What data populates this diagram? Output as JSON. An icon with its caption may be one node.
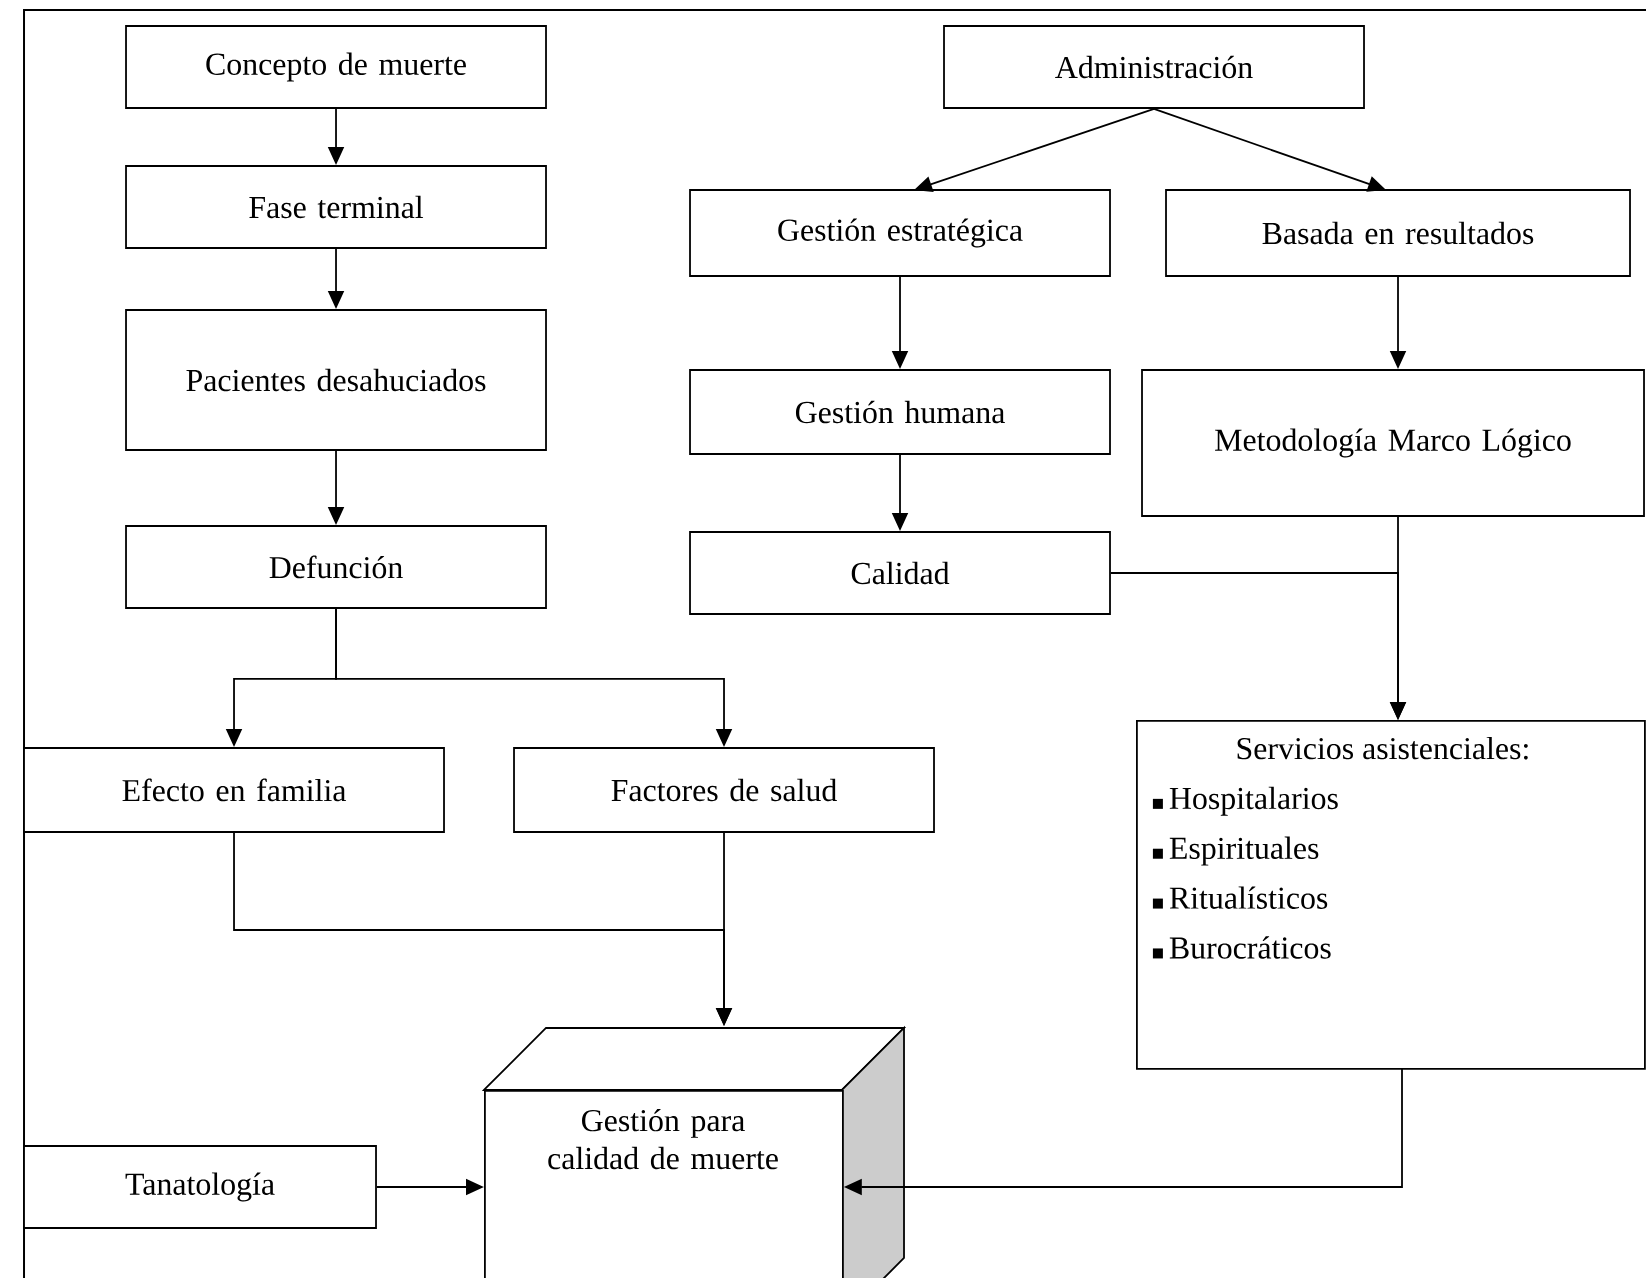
{
  "diagram": {
    "nodes": [
      {
        "text": [
          "Concepto de muerte"
        ]
      },
      {
        "text": [
          "Fase terminal"
        ]
      },
      {
        "text": [
          "Pacientes desahuciados"
        ]
      },
      {
        "text": [
          "Defunción"
        ]
      },
      {
        "text": [
          "Administración"
        ]
      },
      {
        "text": [
          "Gestión estratégica"
        ]
      },
      {
        "text": [
          "Basada en resultados"
        ]
      },
      {
        "text": [
          "Gestión humana"
        ]
      },
      {
        "text": [
          "Metodología Marco Lógico"
        ]
      },
      {
        "text": [
          "Calidad"
        ]
      },
      {
        "text": [
          "Efecto en familia"
        ]
      },
      {
        "text": [
          "Factores de salud"
        ]
      },
      {
        "text": [
          "Servicios asistenciales:",
          "Hospitalarios",
          "Espirituales",
          "Ritualísticos",
          "Burocráticos"
        ]
      },
      {
        "text": [
          "Gestión para calidad de muerte"
        ]
      },
      {
        "text": [
          "Tanatología"
        ]
      }
    ],
    "edges": [
      {
        "from": 0,
        "to": 1,
        "arrow": "to"
      },
      {
        "from": 1,
        "to": 2,
        "arrow": "to"
      },
      {
        "from": 2,
        "to": 3,
        "arrow": "to"
      },
      {
        "from": 3,
        "to": 10,
        "arrow": "to"
      },
      {
        "from": 3,
        "to": 11,
        "arrow": "to"
      },
      {
        "from": 4,
        "to": 5,
        "arrow": "to"
      },
      {
        "from": 4,
        "to": 6,
        "arrow": "to"
      },
      {
        "from": 5,
        "to": 7,
        "arrow": "to"
      },
      {
        "from": 6,
        "to": 8,
        "arrow": "to"
      },
      {
        "from": 7,
        "to": 9,
        "arrow": "to"
      },
      {
        "from": 8,
        "to": 12,
        "arrow": "to"
      },
      {
        "from": 9,
        "to": 12,
        "arrow": "to"
      },
      {
        "from": 10,
        "to": 13,
        "arrow": "to"
      },
      {
        "from": 11,
        "to": 13,
        "arrow": "to"
      },
      {
        "from": 14,
        "to": 13,
        "arrow": "to"
      },
      {
        "from": 12,
        "to": 13,
        "arrow": "to"
      }
    ]
  }
}
